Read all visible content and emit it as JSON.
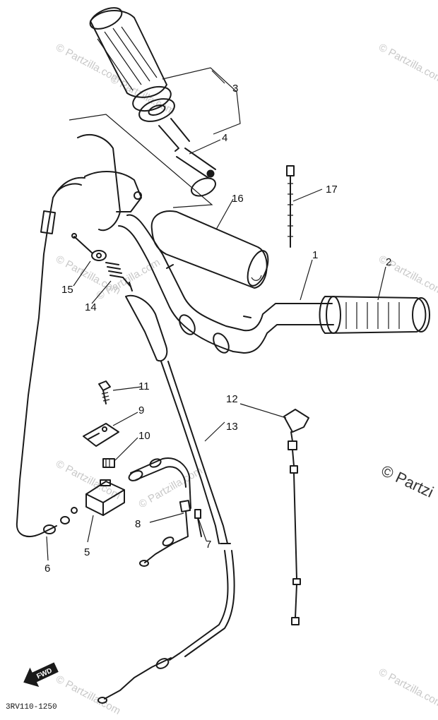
{
  "watermark": {
    "short": "© Partzilla.com",
    "large": "© Partzi"
  },
  "diagram_code": "3RV110-1250",
  "direction_label": "FWD",
  "callouts": [
    {
      "id": "1",
      "label": "1"
    },
    {
      "id": "2",
      "label": "2"
    },
    {
      "id": "3",
      "label": "3"
    },
    {
      "id": "4",
      "label": "4"
    },
    {
      "id": "5",
      "label": "5"
    },
    {
      "id": "6",
      "label": "6"
    },
    {
      "id": "7",
      "label": "7"
    },
    {
      "id": "8",
      "label": "8"
    },
    {
      "id": "9",
      "label": "9"
    },
    {
      "id": "10",
      "label": "10"
    },
    {
      "id": "11",
      "label": "11"
    },
    {
      "id": "12",
      "label": "12"
    },
    {
      "id": "13",
      "label": "13"
    },
    {
      "id": "14",
      "label": "14"
    },
    {
      "id": "15",
      "label": "15"
    },
    {
      "id": "16",
      "label": "16"
    },
    {
      "id": "17",
      "label": "17"
    }
  ]
}
